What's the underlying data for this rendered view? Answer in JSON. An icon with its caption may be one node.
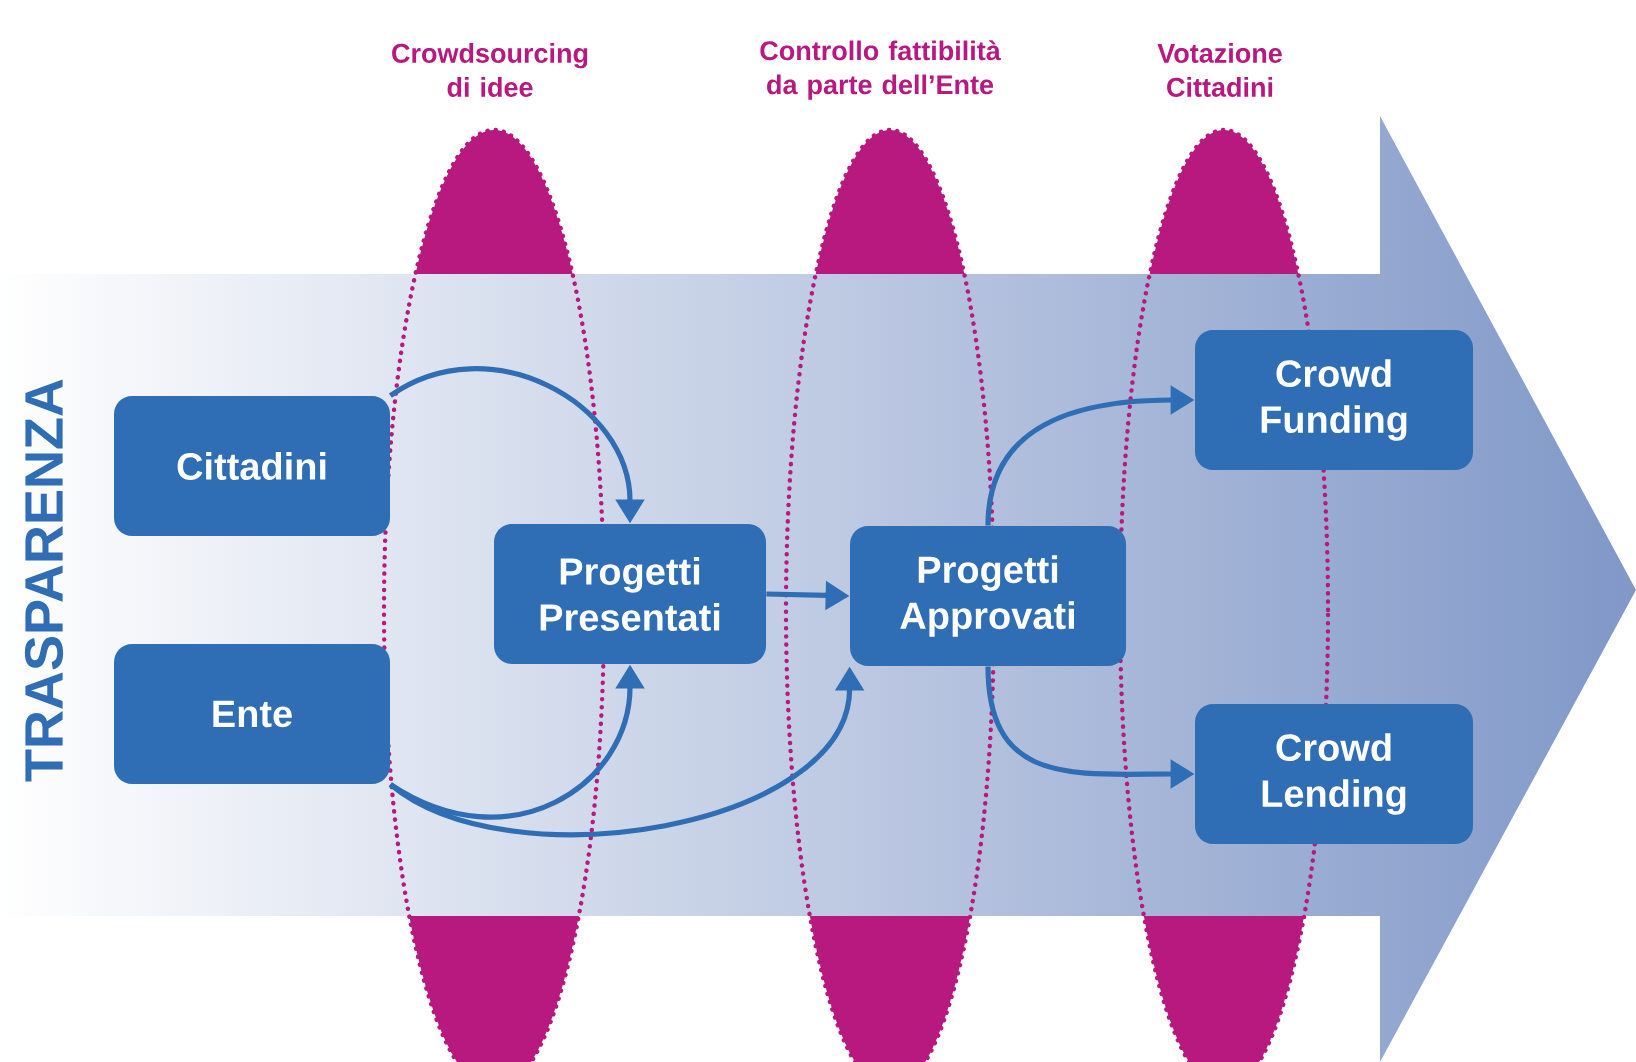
{
  "diagram": {
    "nodes": [
      {
        "text": [
          "Cittadini"
        ]
      },
      {
        "text": [
          "Ente"
        ]
      },
      {
        "text": [
          "Progetti Presentati"
        ]
      },
      {
        "text": [
          "Progetti Approvati"
        ]
      },
      {
        "text": [
          "Crowd Funding"
        ]
      },
      {
        "text": [
          "Crowd Lending"
        ]
      }
    ],
    "edges": [
      {
        "from": 0,
        "to": 2,
        "arrow": "to"
      },
      {
        "from": 1,
        "to": 2,
        "arrow": "to"
      },
      {
        "from": 1,
        "to": 3,
        "arrow": "to"
      },
      {
        "from": 2,
        "to": 3,
        "arrow": "to"
      },
      {
        "from": 3,
        "to": 4,
        "arrow": "to"
      },
      {
        "from": 3,
        "to": 5,
        "arrow": "to"
      }
    ],
    "labels": [
      "Crowdsourcing di idee",
      "Controllo fattibilità da parte dell’Ente",
      "Votazione Cittadini",
      "TRASPARENZA"
    ]
  }
}
